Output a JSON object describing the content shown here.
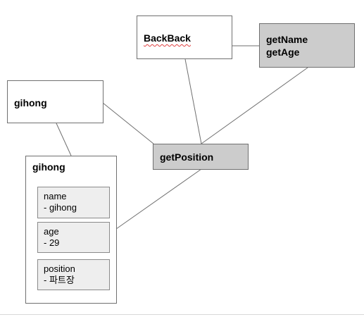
{
  "nodes": {
    "backback": {
      "label": "BackBack"
    },
    "getname_getage": {
      "lines": [
        "getName",
        "getAge"
      ]
    },
    "gihong_small": {
      "label": "gihong"
    },
    "getposition": {
      "label": "getPosition"
    },
    "gihong_object": {
      "title": "gihong",
      "fields": [
        {
          "name": "name",
          "value": "- gihong"
        },
        {
          "name": "age",
          "value": "- 29"
        },
        {
          "name": "position",
          "value": "- 파트장"
        }
      ]
    }
  },
  "colors": {
    "method_fill": "#cccccc",
    "field_fill": "#eeeeee",
    "border": "#707070",
    "connector": "#6f6f6f",
    "spellcheck_underline": "#e04040"
  }
}
